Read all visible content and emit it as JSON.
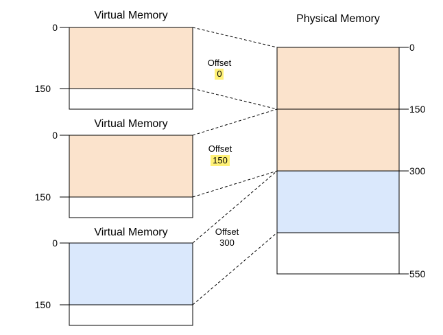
{
  "colors": {
    "orange_fill": "#fbe3cc",
    "blue_fill": "#dae8fc",
    "highlight": "#fff176",
    "stroke": "#000000"
  },
  "virtual_memories": [
    {
      "title": "Virtual Memory",
      "label_top": "0",
      "label_bottom": "150",
      "fill": "orange"
    },
    {
      "title": "Virtual Memory",
      "label_top": "0",
      "label_bottom": "150",
      "fill": "orange"
    },
    {
      "title": "Virtual Memory",
      "label_top": "0",
      "label_bottom": "150",
      "fill": "blue"
    }
  ],
  "physical_memory": {
    "title": "Physical Memory",
    "labels": [
      "0",
      "150",
      "300",
      "550"
    ]
  },
  "offsets": [
    {
      "label": "Offset",
      "value": "0",
      "highlighted": true
    },
    {
      "label": "Offset",
      "value": "150",
      "highlighted": true
    },
    {
      "label": "Offset",
      "value": "300",
      "highlighted": false
    }
  ]
}
